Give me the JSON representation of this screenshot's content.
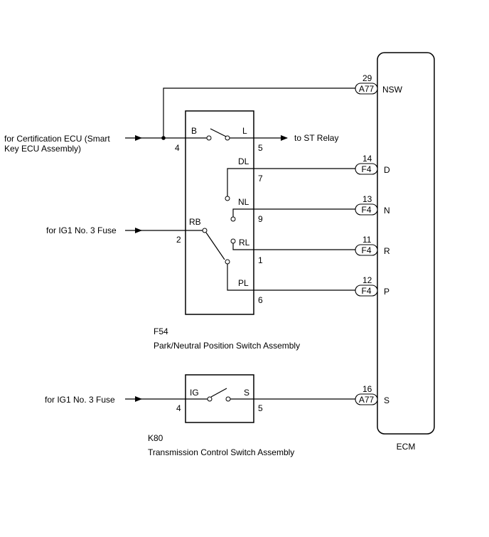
{
  "inputs": {
    "cert_ecu_line1": "for Certification ECU (Smart",
    "cert_ecu_line2": "Key ECU Assembly)",
    "ig1_fuse_a": "for IG1 No. 3 Fuse",
    "ig1_fuse_b": "for IG1 No. 3 Fuse"
  },
  "outputs": {
    "st_relay": "to ST Relay"
  },
  "f54": {
    "code": "F54",
    "name": "Park/Neutral Position Switch Assembly",
    "pins": {
      "B": "B",
      "L": "L",
      "DL": "DL",
      "NL": "NL",
      "RB": "RB",
      "RL": "RL",
      "PL": "PL",
      "n4": "4",
      "n5": "5",
      "n7": "7",
      "n9": "9",
      "n2": "2",
      "n1": "1",
      "n6": "6"
    }
  },
  "k80": {
    "code": "K80",
    "name": "Transmission Control Switch Assembly",
    "pins": {
      "IG": "IG",
      "S": "S",
      "n4": "4",
      "n5": "5"
    }
  },
  "ecm": {
    "name": "ECM",
    "terminals": [
      {
        "num": "29",
        "conn": "A77",
        "label": "NSW"
      },
      {
        "num": "14",
        "conn": "F4",
        "label": "D"
      },
      {
        "num": "13",
        "conn": "F4",
        "label": "N"
      },
      {
        "num": "11",
        "conn": "F4",
        "label": "R"
      },
      {
        "num": "12",
        "conn": "F4",
        "label": "P"
      },
      {
        "num": "16",
        "conn": "A77",
        "label": "S"
      }
    ]
  }
}
